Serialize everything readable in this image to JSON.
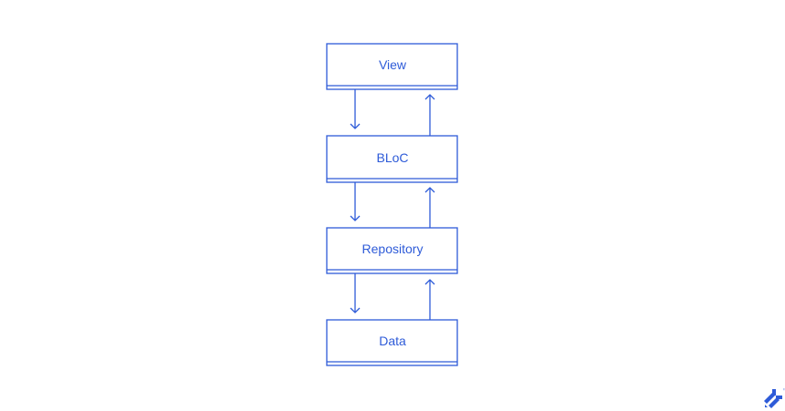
{
  "diagram": {
    "stroke_color": "#2E5BD8",
    "boxes": [
      {
        "label": "View"
      },
      {
        "label": "BLoC"
      },
      {
        "label": "Repository"
      },
      {
        "label": "Data"
      }
    ]
  },
  "logo": {
    "name": "toptal-logo-icon",
    "mark": "™"
  }
}
